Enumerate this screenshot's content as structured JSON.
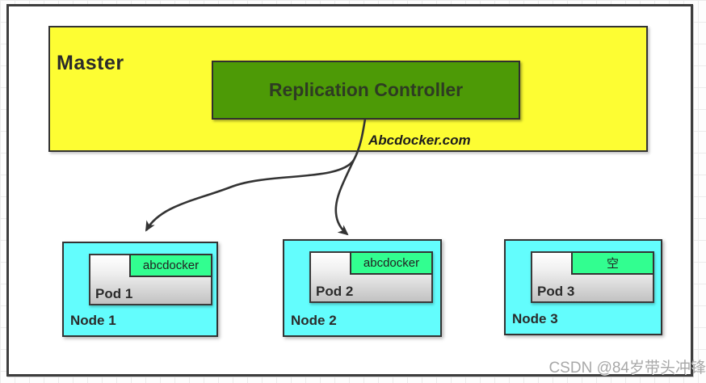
{
  "diagram": {
    "master_label": "Master",
    "controller_label": "Replication Controller",
    "site_watermark": "Abcdocker.com",
    "nodes": [
      {
        "name": "Node 1",
        "pod": "Pod 1",
        "container": "abcdocker"
      },
      {
        "name": "Node 2",
        "pod": "Pod 2",
        "container": "abcdocker"
      },
      {
        "name": "Node 3",
        "pod": "Pod 3",
        "container": "空"
      }
    ],
    "csdn_watermark": "CSDN @84岁带头冲锋"
  },
  "colors": {
    "master_bg": "#fdfd33",
    "controller_bg": "#4d9a06",
    "node_bg": "#63fdfd",
    "container_bg": "#32fe90",
    "border": "#333333",
    "arrow": "#333333",
    "watermark_gray": "#a8a8a8"
  }
}
